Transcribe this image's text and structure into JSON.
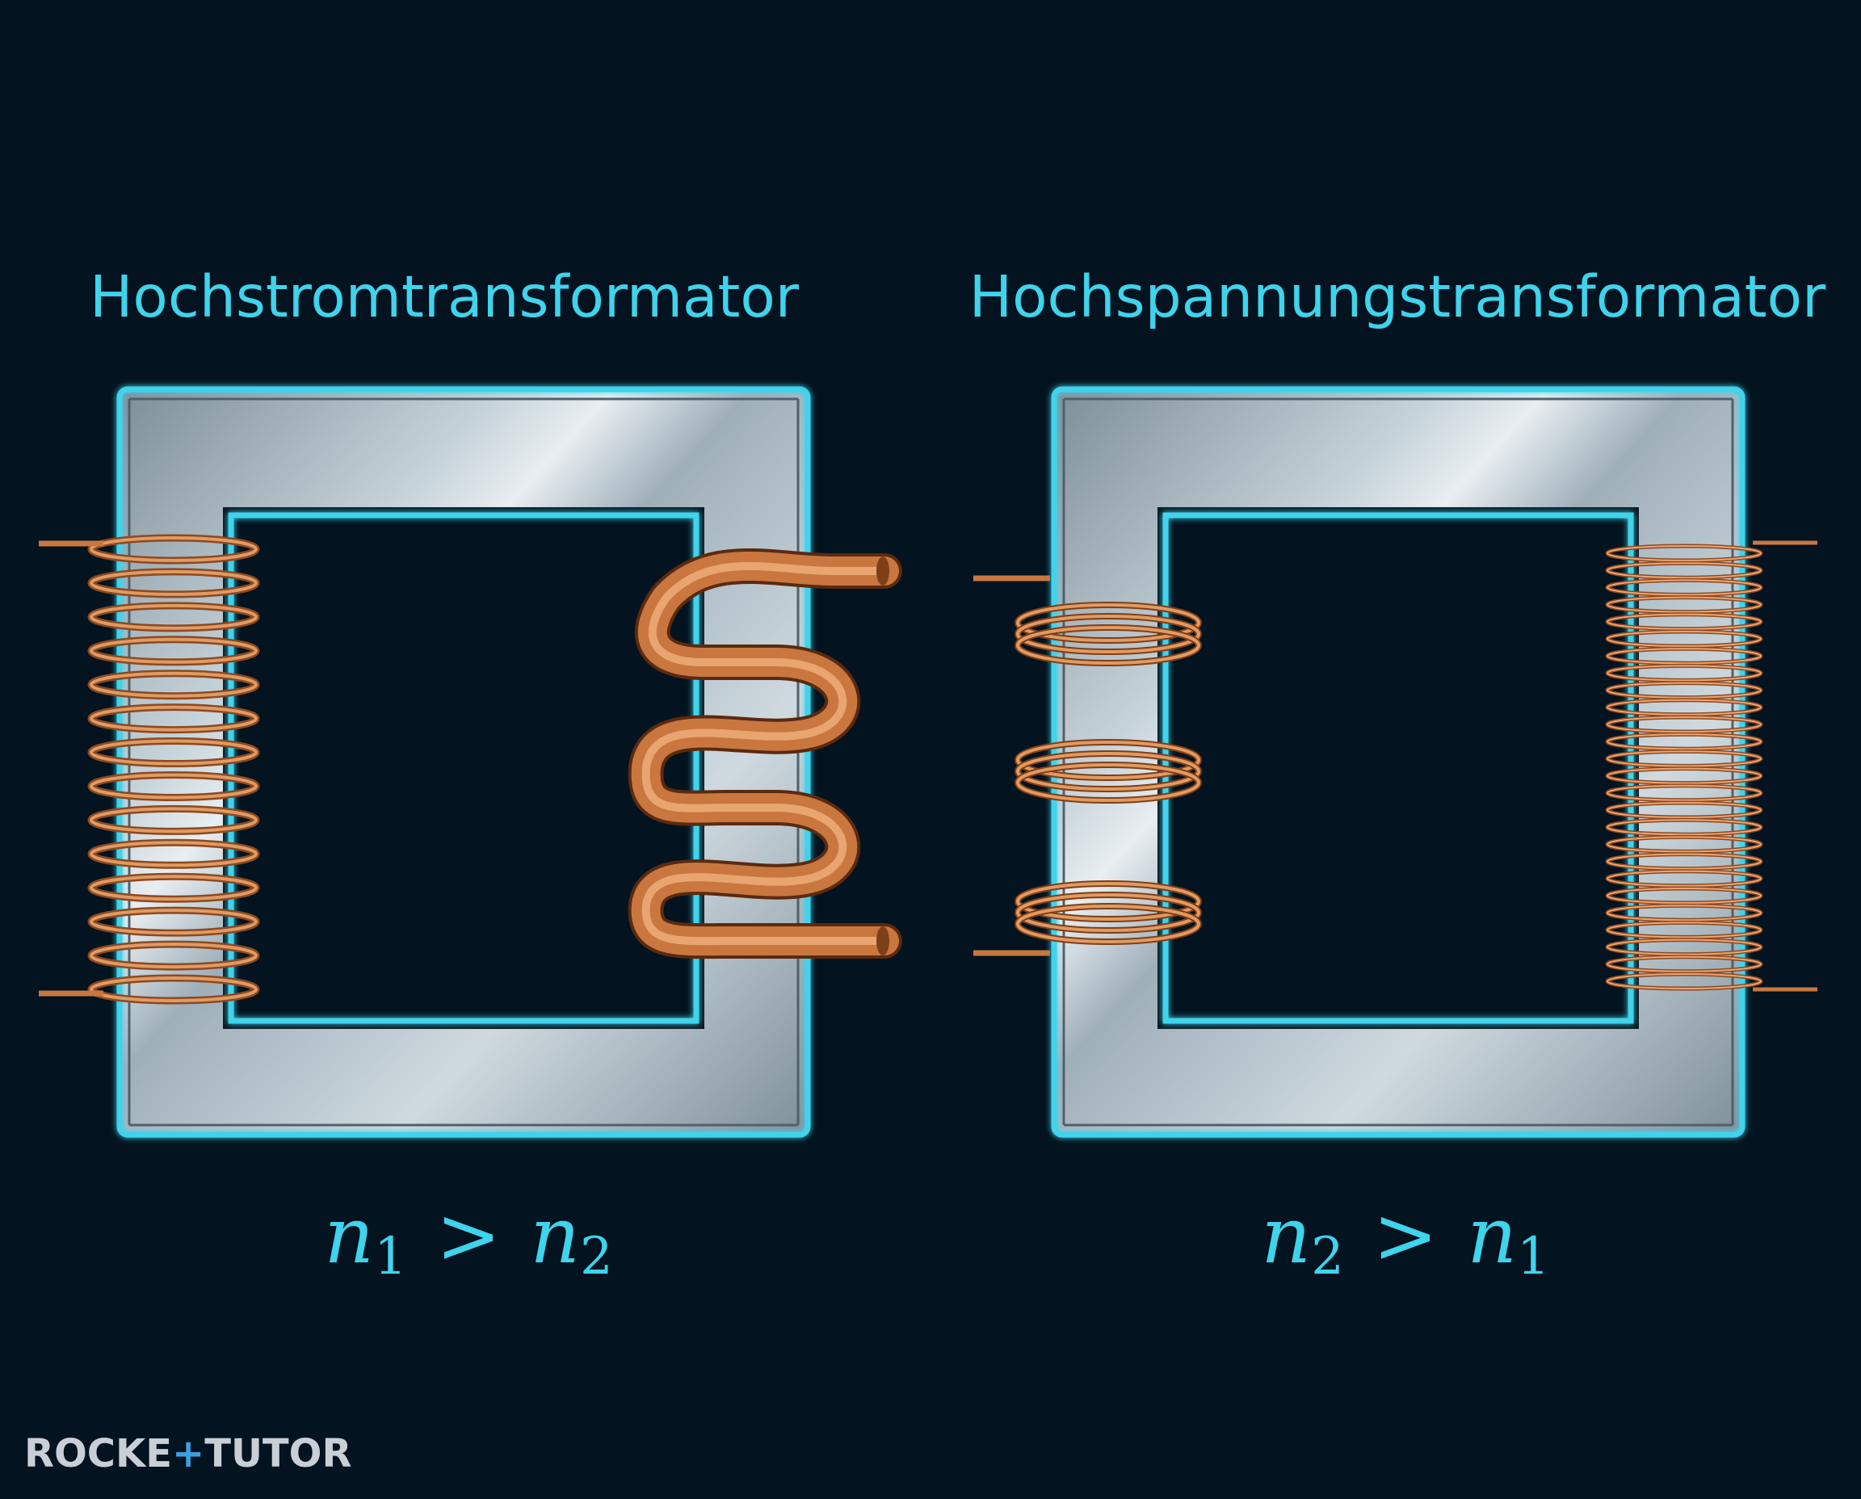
{
  "colors": {
    "background": "#03131f",
    "accent": "#3fd3ec",
    "core_steel": "#a9b8c2",
    "copper": "#c9773f"
  },
  "left": {
    "title": "Hochstromtransformator",
    "formula": {
      "lhs_var": "n",
      "lhs_sub": "1",
      "operator": ">",
      "rhs_var": "n",
      "rhs_sub": "2"
    },
    "primary_turns": 14,
    "secondary_turns": 3
  },
  "right": {
    "title": "Hochspannungstransformator",
    "formula": {
      "lhs_var": "n",
      "lhs_sub": "2",
      "operator": ">",
      "rhs_var": "n",
      "rhs_sub": "1"
    },
    "primary_turns": 3,
    "secondary_turns": 26
  },
  "logo": {
    "part1": "ROCKE",
    "plus": "+",
    "part2": "TUTOR"
  }
}
